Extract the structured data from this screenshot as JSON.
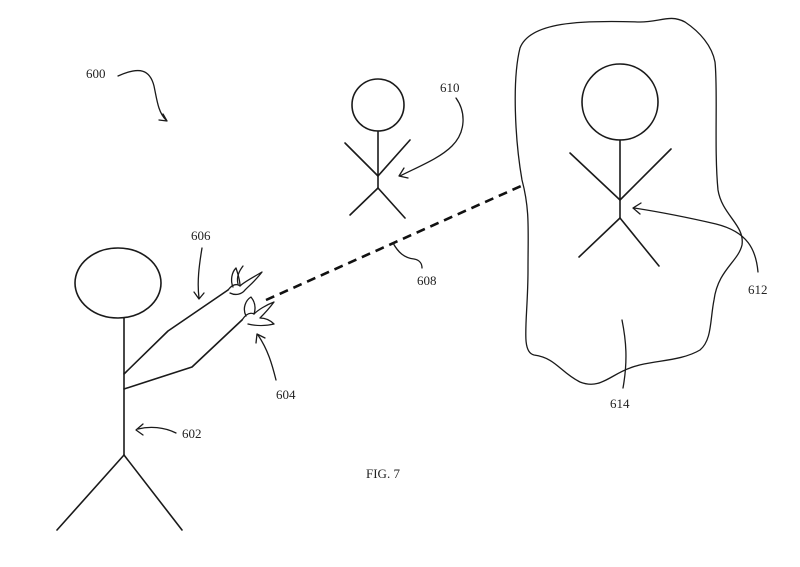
{
  "figure": {
    "caption": "FIG. 7",
    "labels": {
      "scene": "600",
      "user": "602",
      "hand_gesture": "604",
      "arm": "606",
      "pointing_ray": "608",
      "physical_person": "610",
      "virtual_person": "612",
      "virtual_region": "614"
    }
  }
}
